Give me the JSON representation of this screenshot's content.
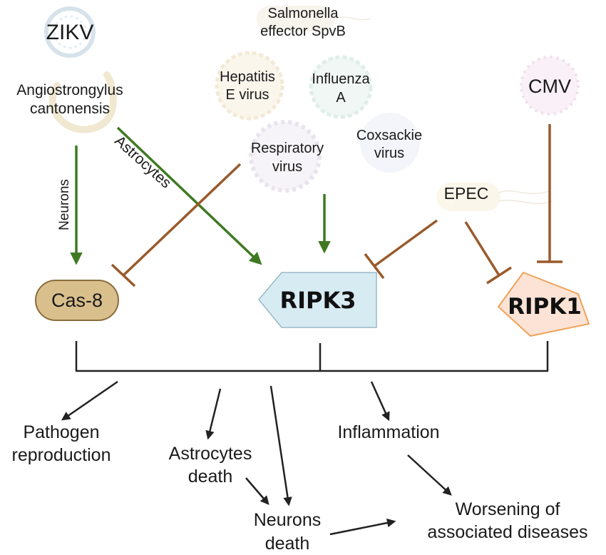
{
  "pathogens": {
    "zikv": "ZIKV",
    "angio_line1": "Angiostrongylus",
    "angio_line2": "cantonensis",
    "salmonella_line1": "Salmonella",
    "salmonella_line2": "effector SpvB",
    "hepatitis_line1": "Hepatitis",
    "hepatitis_line2": "E virus",
    "influenza_line1": "Influenza",
    "influenza_line2": "A",
    "respiratory_line1": "Respiratory",
    "respiratory_line2": "virus",
    "coxsackie_line1": "Coxsackie",
    "coxsackie_line2": "virus",
    "cmv": "CMV",
    "epec": "EPEC"
  },
  "edge_labels": {
    "neurons": "Neurons",
    "astrocytes": "Astrocytes"
  },
  "nodes": {
    "cas8": "Cas-8",
    "ripk3": "RIPK3",
    "ripk1": "RIPK1"
  },
  "outcomes": {
    "pathogen_line1": "Pathogen",
    "pathogen_line2": "reproduction",
    "astro_line1": "Astrocytes",
    "astro_line2": "death",
    "inflammation": "Inflammation",
    "neurons_line1": "Neurons",
    "neurons_line2": "death",
    "worsening_line1": "Worsening of",
    "worsening_line2": "associated diseases"
  },
  "colors": {
    "activate": "#3f7a22",
    "inhibit": "#9a5a2b",
    "outcome_arrow": "#222222",
    "cas8_fill": "#d9bf8c",
    "ripk3_fill": "#d7ebf3",
    "ripk1_fill": "#fde3d6"
  }
}
